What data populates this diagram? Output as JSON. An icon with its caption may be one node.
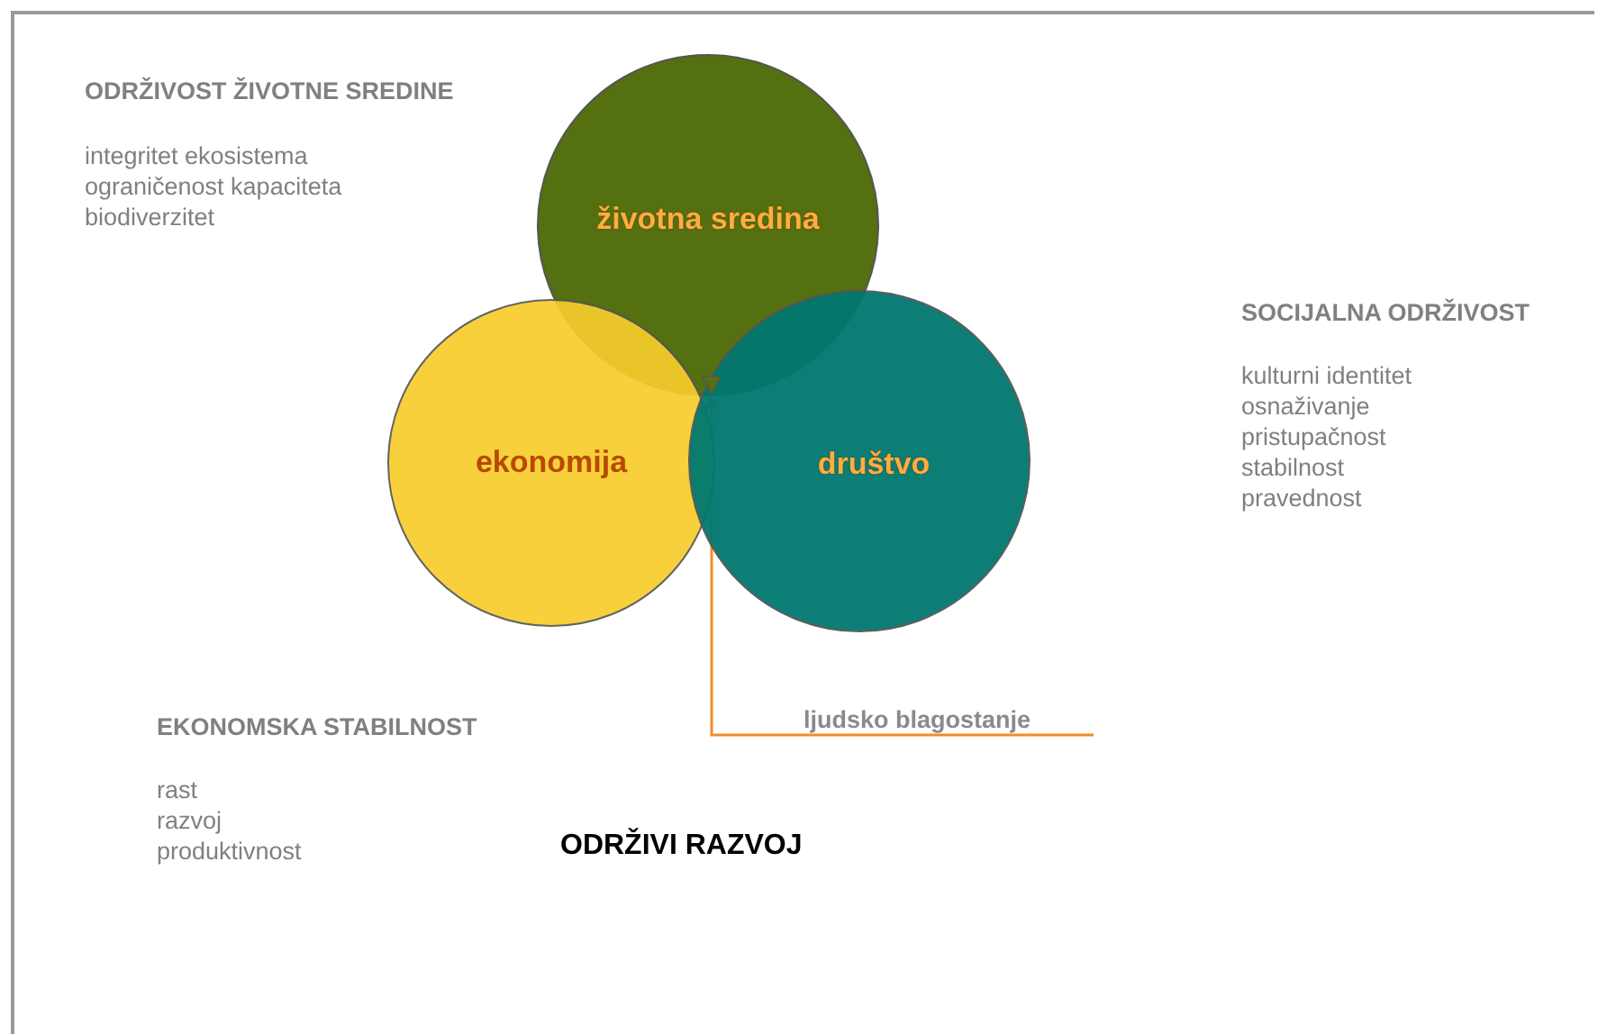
{
  "diagram": {
    "caption": "ODRŽIVI RAZVOJ",
    "nodes": [
      {
        "text": [
          "životna sredina"
        ]
      },
      {
        "text": [
          "ekonomija"
        ]
      },
      {
        "text": [
          "društvo"
        ]
      },
      {
        "text": [
          "ljudsko blagostanje"
        ]
      },
      {
        "text": [],
        "shape": "triangle"
      }
    ],
    "edges": [
      {
        "from": 3,
        "to": 4,
        "arrow": "to"
      }
    ],
    "labels": [
      "ODRŽIVOST ŽIVOTNE SREDINE",
      "integritet ekosistema",
      "ograničenost kapaciteta",
      "biodiverzitet",
      "SOCIJALNA ODRŽIVOST",
      "kulturni identitet",
      "osnaživanje",
      "pristupačnost",
      "stabilnost",
      "pravednost",
      "EKONOMSKA STABILNOST",
      "rast",
      "razvoj",
      "produktivnost"
    ]
  }
}
